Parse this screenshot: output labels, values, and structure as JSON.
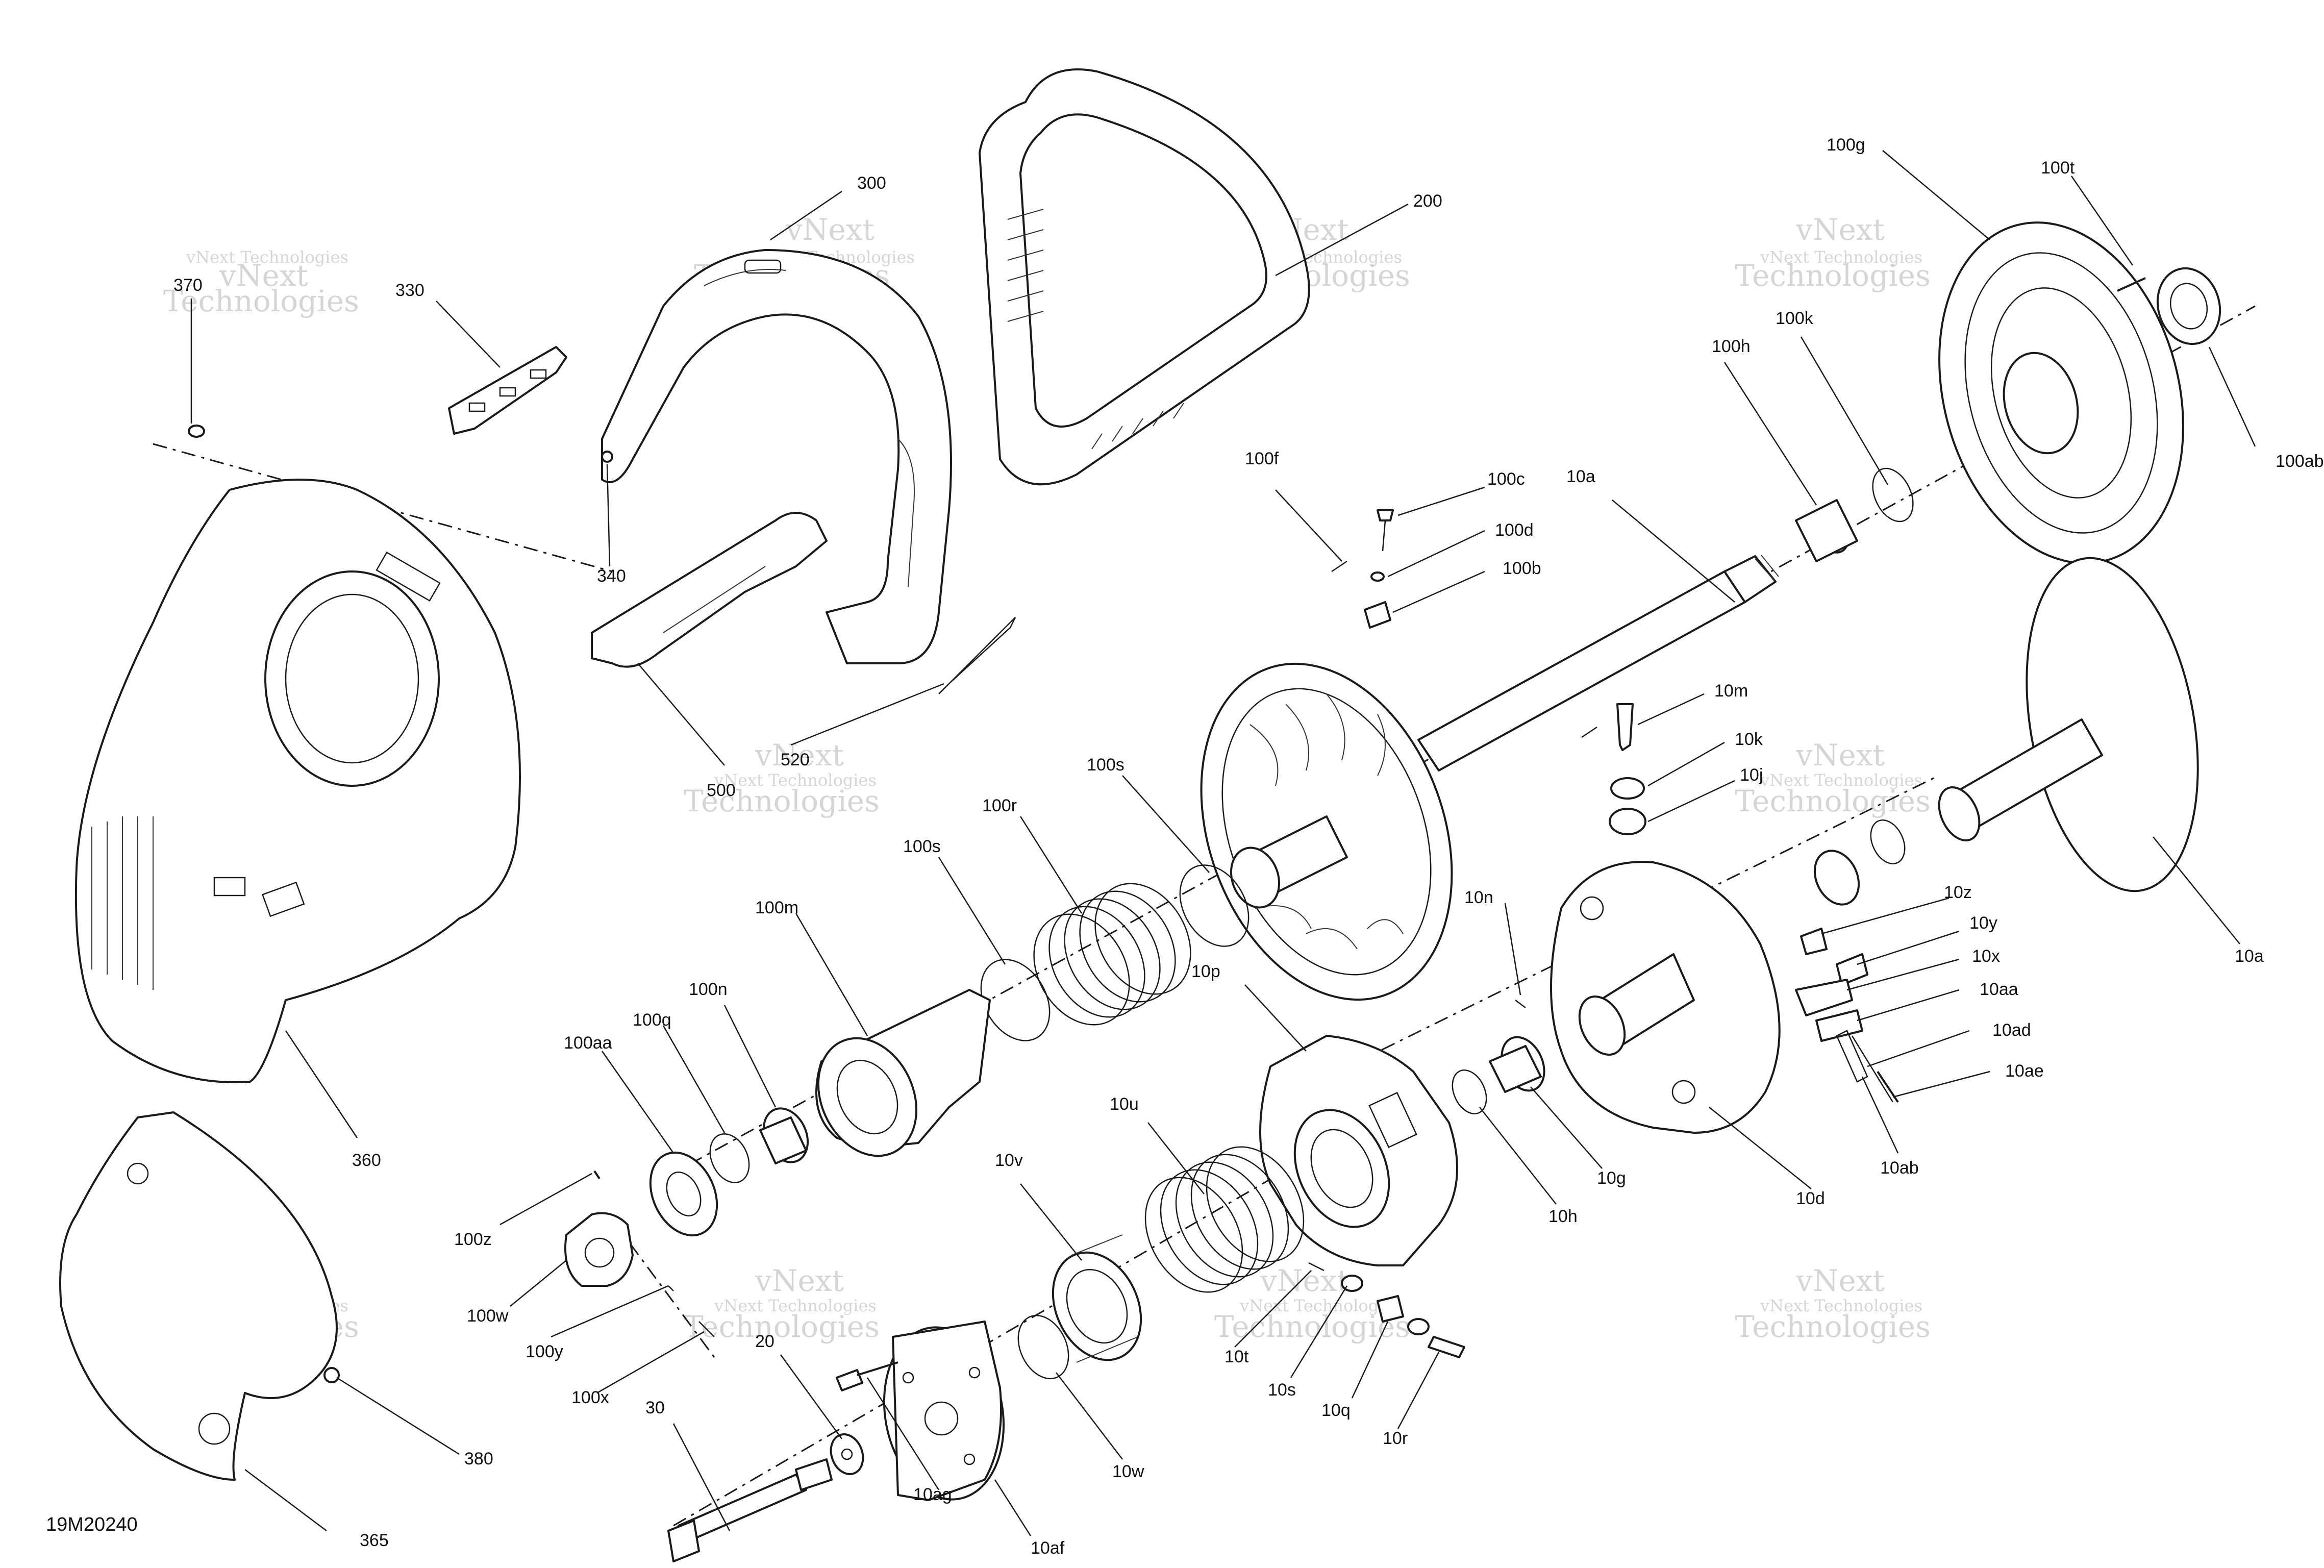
{
  "drawing": {
    "id": "19M20240",
    "watermark_line1": "vNext Technologies",
    "watermark_line2": "vNext",
    "watermark_line3": "Technologies"
  },
  "callouts": {
    "p370": "370",
    "p330": "330",
    "p300": "300",
    "p340": "340",
    "p200": "200",
    "p500": "500",
    "p520": "520",
    "p360": "360",
    "p365": "365",
    "p380": "380",
    "p30": "30",
    "p20": "20",
    "p100g": "100g",
    "p100t": "100t",
    "p100ab": "100ab",
    "p100k": "100k",
    "p100h": "100h",
    "p100f": "100f",
    "p100c": "100c",
    "p100d": "100d",
    "p100b": "100b",
    "p10a_top": "10a",
    "p10a_right": "10a",
    "p10m": "10m",
    "p10k": "10k",
    "p10j": "10j",
    "p100s_a": "100s",
    "p100s_b": "100s",
    "p100r": "100r",
    "p100m": "100m",
    "p100n": "100n",
    "p100q": "100q",
    "p100aa": "100aa",
    "p100z": "100z",
    "p100w": "100w",
    "p100y": "100y",
    "p100x": "100x",
    "p10n": "10n",
    "p10p": "10p",
    "p10z": "10z",
    "p10y": "10y",
    "p10x": "10x",
    "p10aa": "10aa",
    "p10ad": "10ad",
    "p10ae": "10ae",
    "p10ab": "10ab",
    "p10d": "10d",
    "p10g": "10g",
    "p10h": "10h",
    "p10u": "10u",
    "p10v": "10v",
    "p10t": "10t",
    "p10s": "10s",
    "p10q": "10q",
    "p10r": "10r",
    "p10w": "10w",
    "p10ag": "10ag",
    "p10af": "10af"
  }
}
